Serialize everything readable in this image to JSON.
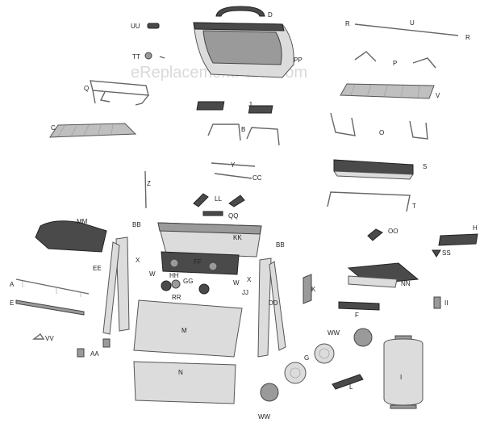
{
  "watermark": "eReplacementParts.com",
  "labels": {
    "A": "A",
    "B": "B",
    "C": "C",
    "D": "D",
    "E": "E",
    "F": "F",
    "G": "G",
    "H": "H",
    "I": "I",
    "J": "J",
    "K": "K",
    "L": "L",
    "M": "M",
    "N": "N",
    "O": "O",
    "P": "P",
    "Q": "Q",
    "R1": "R",
    "R2": "R",
    "S": "S",
    "T": "T",
    "U": "U",
    "V": "V",
    "W1": "W",
    "W2": "W",
    "X1": "X",
    "X2": "X",
    "Y": "Y",
    "Z": "Z",
    "AA": "AA",
    "BB1": "BB",
    "BB2": "BB",
    "CC": "CC",
    "DD": "DD",
    "EE": "EE",
    "FF": "FF",
    "GG": "GG",
    "HH": "HH",
    "II": "II",
    "JJ": "JJ",
    "KK": "KK",
    "LL": "LL",
    "MM": "MM",
    "NN": "NN",
    "OO": "OO",
    "PP": "PP",
    "QQ": "QQ",
    "RR": "RR",
    "SS": "SS",
    "TT": "TT",
    "UU": "UU",
    "VV": "VV",
    "WW1": "WW",
    "WW2": "WW"
  },
  "colors": {
    "background": "#ffffff",
    "part_light": "#dcdcdc",
    "part_dark": "#4a4a4a",
    "outline": "#555555",
    "label": "#222222",
    "watermark": "#d9d9d9"
  }
}
